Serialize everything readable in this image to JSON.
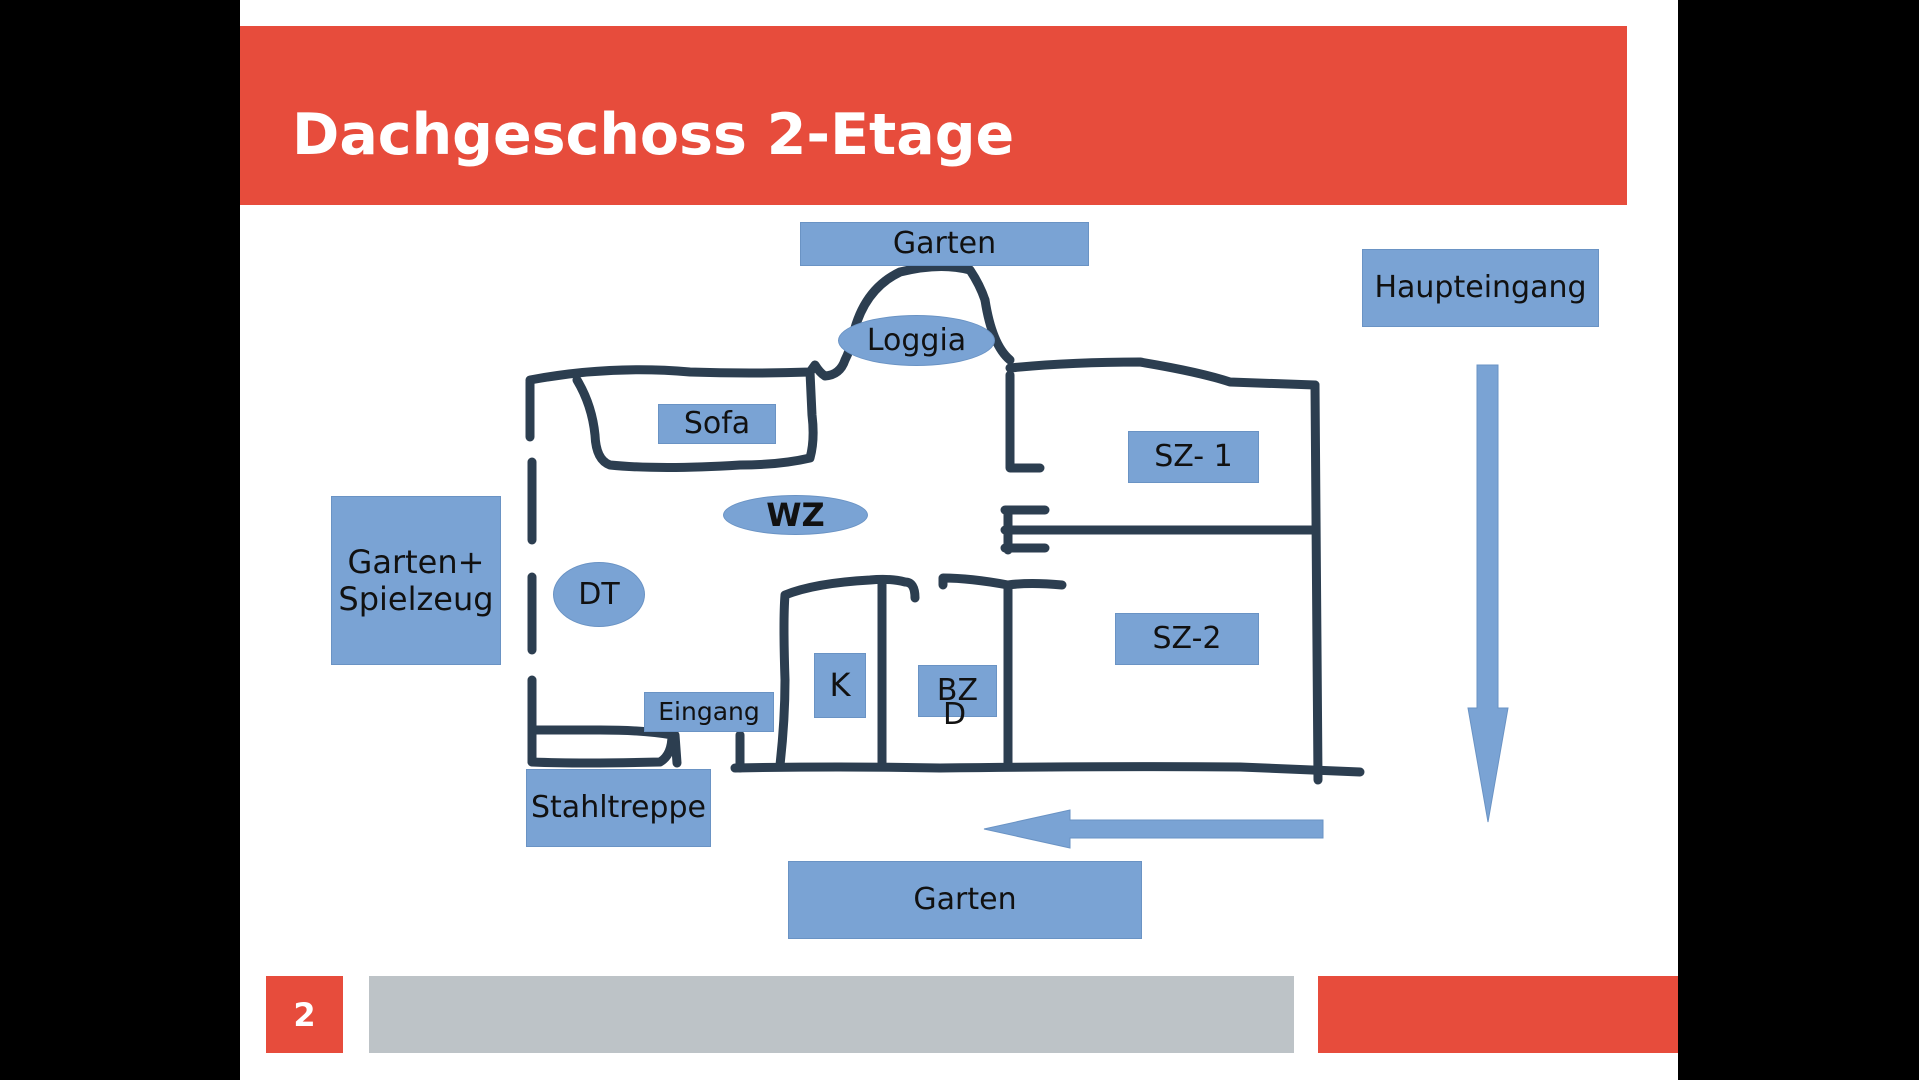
{
  "slide": {
    "title": "Dachgeschoss 2-Etage",
    "page_number": "2"
  },
  "labels": {
    "garten_top": "Garten",
    "garten_bottom": "Garten",
    "haupteingang": "Haupteingang",
    "loggia": "Loggia",
    "sofa": "Sofa",
    "wz": "WZ",
    "sz1": "SZ- 1",
    "sz2": "SZ-2",
    "garten_spielzeug_line1": "Garten+",
    "garten_spielzeug_line2": "Spielzeug",
    "dt": "DT",
    "eingang": "Eingang",
    "k": "K",
    "bz": "BZ",
    "d": "D",
    "stahltreppe": "Stahltreppe"
  },
  "colors": {
    "accent_red": "#e74c3c",
    "room_blue": "#7aa3d4",
    "wall_dark": "#2c3e50",
    "footer_gray": "#bdc3c7"
  }
}
